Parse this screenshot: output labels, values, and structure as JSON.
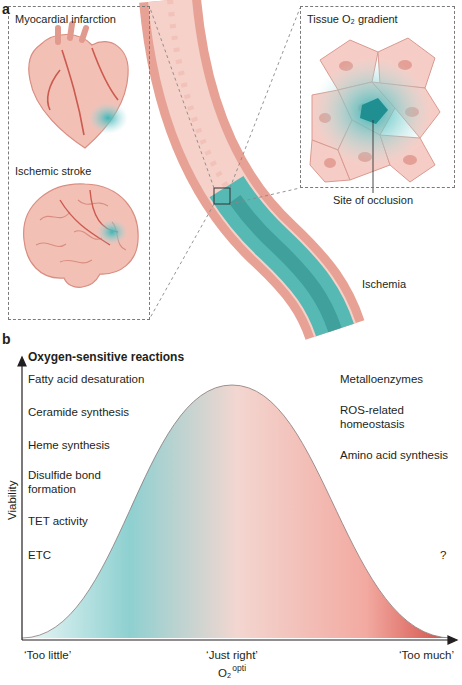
{
  "diagram": {
    "nodes": [
      {
        "text": [
          "Myocardial infarction",
          "Ischemic stroke"
        ]
      },
      {
        "text": [
          "Tissue O₂ gradient"
        ]
      }
    ],
    "labels": [
      "a",
      "Site of occlusion",
      "Ischemia",
      "b",
      "Oxygen-sensitive reactions",
      "Viability",
      "Fatty acid desaturation",
      "Ceramide synthesis",
      "Heme synthesis",
      "Disulfide bond formation",
      "TET activity",
      "ETC",
      "Metalloenzymes",
      "ROS-related homeostasis",
      "Amino acid synthesis",
      "?",
      "‘Too little’",
      "‘Just right’",
      "‘Too much’",
      "O₂",
      "opti"
    ]
  }
}
